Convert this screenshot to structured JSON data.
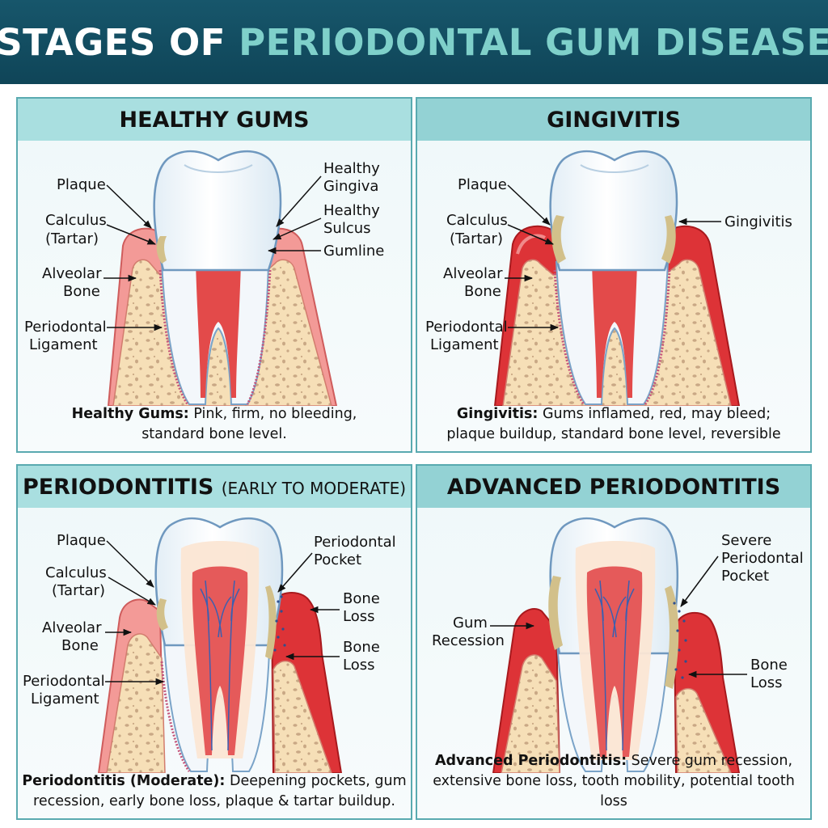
{
  "title": {
    "part1": "STAGES OF ",
    "part2": "PERIODONTAL GUM DISEASE"
  },
  "colors": {
    "header": "#17566b",
    "accent": "#7fd0ca",
    "gum_healthy": "#f39a97",
    "gum_inflamed": "#dd3337",
    "bone": "#f6dfb7",
    "tartar": "#d2c08a"
  },
  "panels": [
    {
      "title": "HEALTHY GUMS",
      "labels": {
        "plaque": "Plaque",
        "calculus": [
          "Calculus",
          "(Tartar)"
        ],
        "bone": [
          "Alveolar",
          "Bone"
        ],
        "ligament": [
          "Periodontal",
          "Ligament"
        ],
        "gingiva": [
          "Healthy",
          "Gingiva"
        ],
        "sulcus": [
          "Healthy",
          "Sulcus"
        ],
        "gumline": "Gumline"
      },
      "caption": {
        "bold": "Healthy Gums:",
        "line1": " Pink, firm, no bleeding,",
        "line2": "standard bone level."
      }
    },
    {
      "title": "GINGIVITIS",
      "labels": {
        "plaque": "Plaque",
        "calculus": [
          "Calculus",
          "(Tartar)"
        ],
        "bone": [
          "Alveolar",
          "Bone"
        ],
        "ligament": [
          "Periodontal",
          "Ligament"
        ],
        "gingivitis": "Gingivitis"
      },
      "caption": {
        "bold": "Gingivitis:",
        "line1": " Gums inflamed, red, may bleed;",
        "line2": "plaque buildup, standard bone level, reversible"
      }
    },
    {
      "title": "PERIODONTITIS",
      "subtitle": "(EARLY TO MODERATE)",
      "labels": {
        "plaque": "Plaque",
        "calculus": [
          "Calculus",
          "(Tartar)"
        ],
        "bone": [
          "Alveolar",
          "Bone"
        ],
        "ligament": [
          "Periodontal",
          "Ligament"
        ],
        "pocket": [
          "Periodontal",
          "Pocket"
        ],
        "bone_loss_1": [
          "Bone",
          "Loss"
        ],
        "bone_loss_2": [
          "Bone",
          "Loss"
        ]
      },
      "caption": {
        "bold": "Periodontitis (Moderate):",
        "line1": " Deepening pockets, gum",
        "line2": "recession, early bone loss, plaque & tartar buildup."
      }
    },
    {
      "title": "ADVANCED PERIODONTITIS",
      "labels": {
        "recession": [
          "Gum",
          "Recession"
        ],
        "pocket": [
          "Severe",
          "Periodontal",
          "Pocket"
        ],
        "bone_loss": [
          "Bone",
          "Loss"
        ]
      },
      "caption": {
        "bold": "Advanced Periodontitis:",
        "line1": " Severe gum recession,",
        "line2": "extensive bone loss, tooth mobility, potential tooth loss"
      }
    }
  ]
}
